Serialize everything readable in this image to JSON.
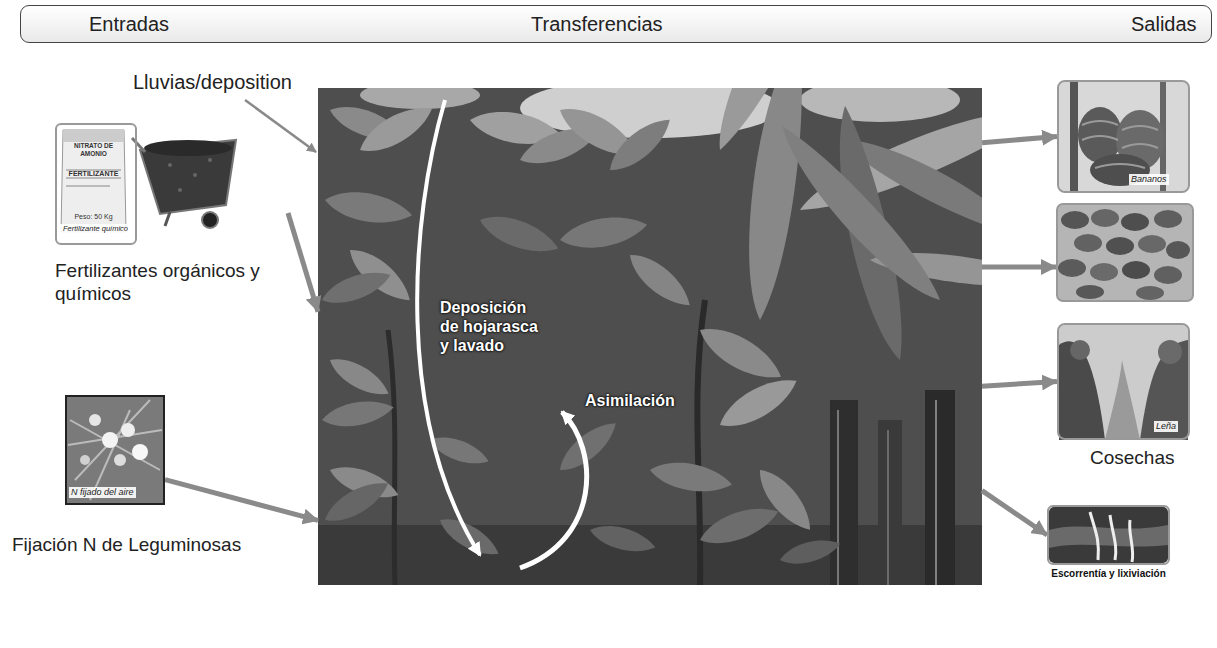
{
  "diagram": {
    "nodes": [
      {
        "text": [
          "Entradas",
          "Transferencias",
          "Salidas"
        ]
      },
      {
        "text": [
          "Fertilizantes orgánicos y químicos"
        ]
      },
      {
        "text": [
          "NITRATO DE AMONIO",
          "FERTILIZANTE",
          "Peso: 50 Kg",
          "Fertilizante químico"
        ],
        "in": 1
      },
      {
        "text": [
          "N fijado del aire",
          "Fijación N de Leguminosas"
        ]
      },
      {
        "text": [
          "Deposición de hojarasca y lavado",
          "Asimilación"
        ]
      },
      {
        "text": [
          "Cosechas"
        ]
      },
      {
        "text": [
          "Bananos"
        ],
        "in": 5
      },
      {
        "text": [
          "Leña"
        ],
        "in": 5
      },
      {
        "text": [
          "Escorrentía y lixiviación"
        ]
      }
    ],
    "edges": [
      {
        "from": 1,
        "to": 4,
        "arrow": "to"
      },
      {
        "from": 3,
        "to": 4,
        "arrow": "to"
      },
      {
        "from": 4,
        "to": 6,
        "arrow": "to"
      },
      {
        "from": 4,
        "to": 7,
        "arrow": "to"
      },
      {
        "from": 4,
        "to": 8,
        "arrow": "to"
      }
    ],
    "labels": [
      "Lluvias/deposition"
    ]
  }
}
